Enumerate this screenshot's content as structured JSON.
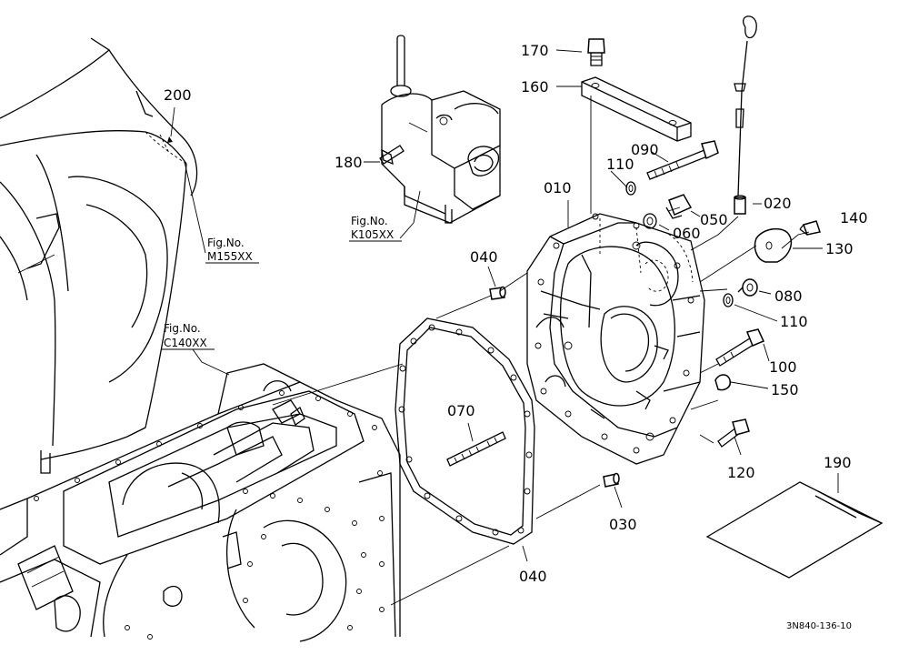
{
  "callouts": [
    "200",
    "180",
    "170",
    "160",
    "090",
    "110",
    "010",
    "020",
    "140",
    "050",
    "060",
    "130",
    "040",
    "080",
    "110",
    "100",
    "150",
    "070",
    "120",
    "030",
    "040",
    "190"
  ],
  "figure_refs": {
    "m155": {
      "title": "Fig.No.",
      "code": "M155XX"
    },
    "k105": {
      "title": "Fig.No.",
      "code": "K105XX"
    },
    "c140": {
      "title": "Fig.No.",
      "code": "C140XX"
    }
  },
  "drawing_code": "3N840-136-10"
}
